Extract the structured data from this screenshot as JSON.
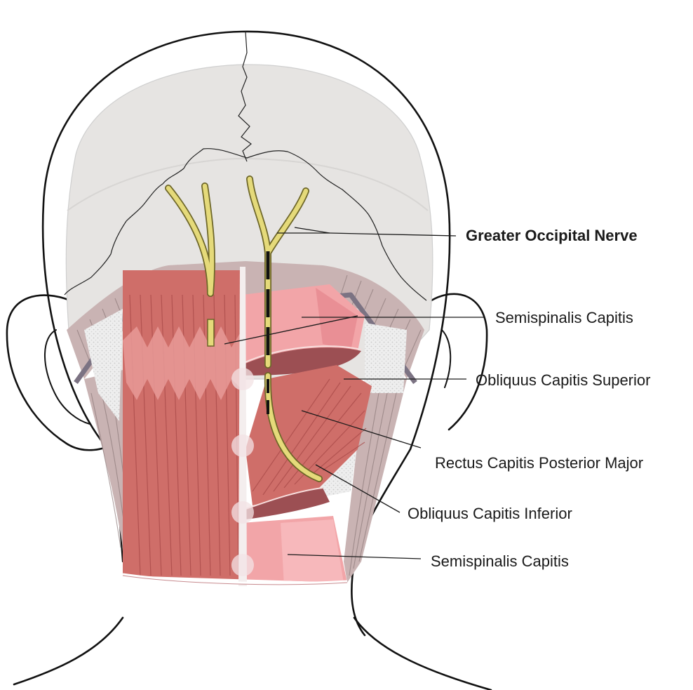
{
  "labels": {
    "greater_occipital_nerve": "Greater Occipital Nerve",
    "semispinalis_capitis_upper": "Semispinalis Capitis",
    "obliquus_capitis_superior": "Obliquus Capitis Superior",
    "rectus_capitis_posterior_major": "Rectus Capitis Posterior Major",
    "obliquus_capitis_inferior": "Obliquus Capitis Inferior",
    "semispinalis_capitis_lower": "Semispinalis Capitis"
  },
  "colors": {
    "skull": "#e6e4e2",
    "skin_outline": "#111111",
    "muscle_dark": "#cf6e69",
    "muscle_light": "#f2a5a8",
    "muscle_deep": "#9c4f53",
    "trapezius_grey": "#c9b3b3",
    "nerve": "#e5da7a",
    "nerve_outline": "#6d6628"
  }
}
